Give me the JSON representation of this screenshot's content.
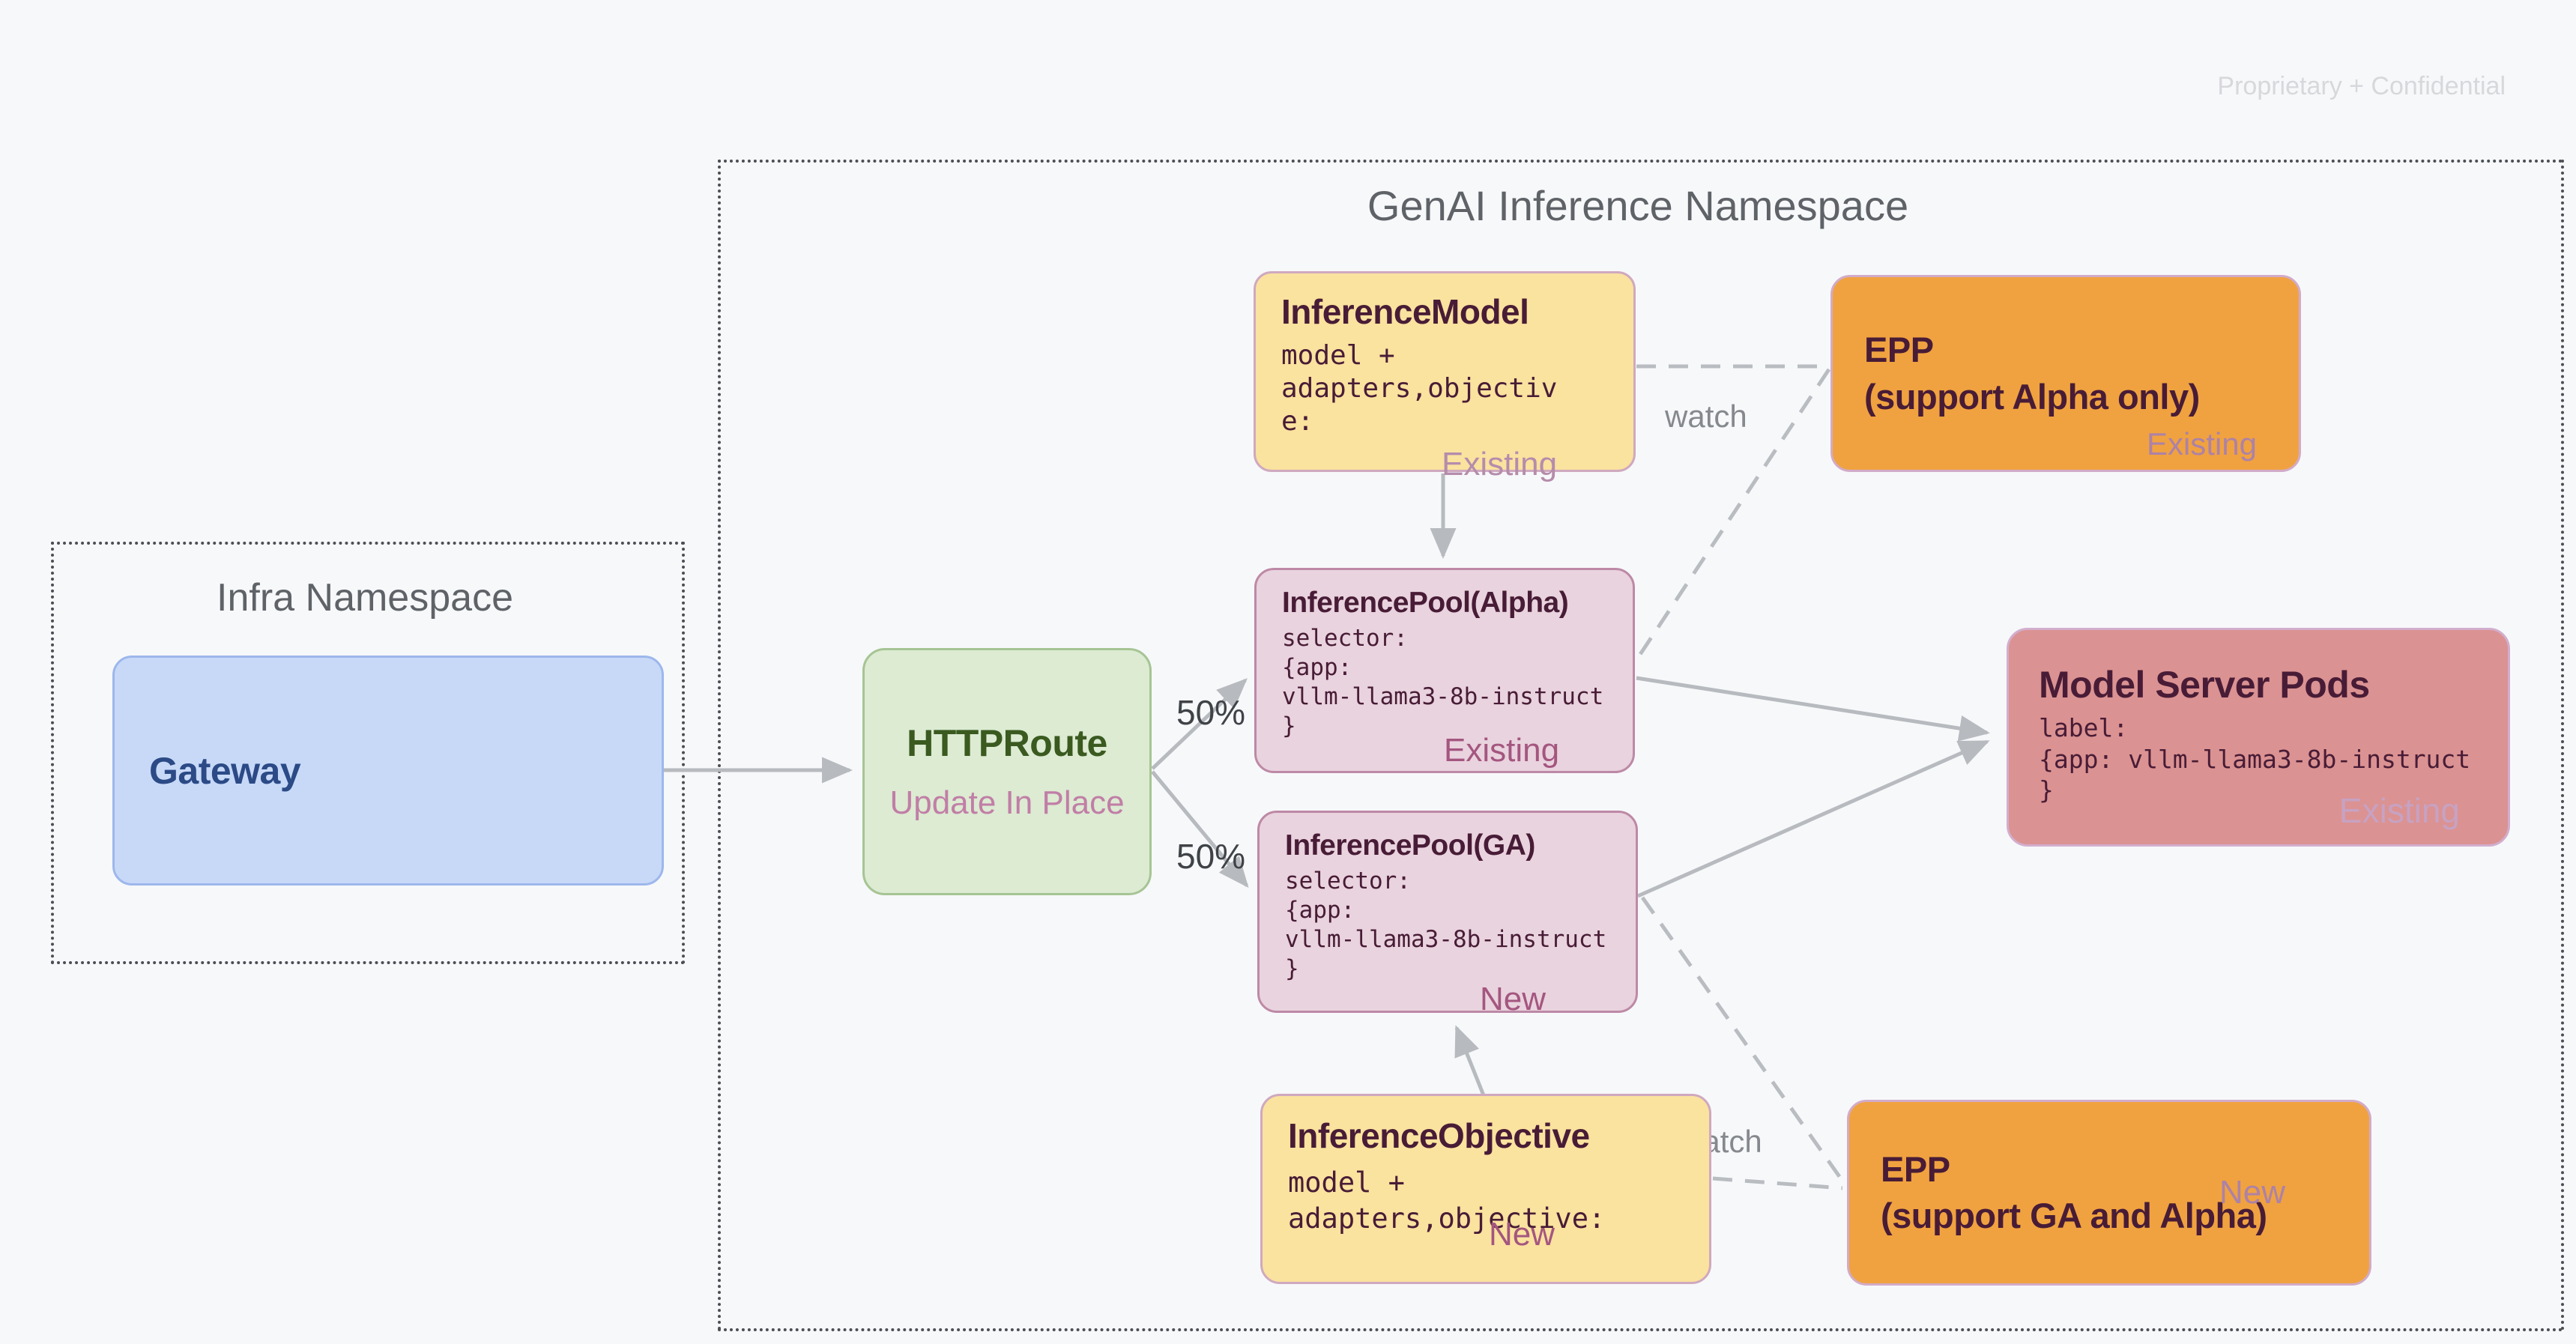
{
  "page": {
    "watermark": "Proprietary + Confidential",
    "background_color": "#f7f8fa"
  },
  "namespaces": {
    "infra": {
      "title": "Infra Namespace"
    },
    "genai": {
      "title": "GenAI Inference Namespace"
    }
  },
  "nodes": {
    "gateway": {
      "title": "Gateway",
      "fill": "#c8d9f8",
      "text_color": "#2b4a86"
    },
    "httproute": {
      "title": "HTTPRoute",
      "subtitle": "Update In Place",
      "fill": "#dcebd2",
      "text_color": "#3a5a20"
    },
    "inference_model": {
      "title": "InferenceModel",
      "code_lines": [
        "model +",
        "adapters,objectiv",
        "e:"
      ],
      "badge": "Existing",
      "fill": "#fae29f"
    },
    "epp_alpha": {
      "title_line1": "EPP",
      "title_line2": "(support Alpha only)",
      "badge": "Existing",
      "fill": "#f0a240"
    },
    "pool_alpha": {
      "title": "InferencePool(Alpha)",
      "code_lines": [
        "selector:",
        "{app:",
        "vllm-llama3-8b-instruct",
        "}"
      ],
      "badge": "Existing",
      "fill": "#e9d3de"
    },
    "pool_ga": {
      "title": "InferencePool(GA)",
      "code_lines": [
        "selector:",
        "{app:",
        "vllm-llama3-8b-instruct",
        "}"
      ],
      "badge": "New",
      "fill": "#e9d3de"
    },
    "model_server_pods": {
      "title": "Model Server Pods",
      "code_lines": [
        "label:",
        "{app: vllm-llama3-8b-instruct",
        "}"
      ],
      "badge": "Existing",
      "fill": "#db9292"
    },
    "inference_objective": {
      "title": "InferenceObjective",
      "code_lines": [
        "model +",
        "adapters,objective:"
      ],
      "badge": "New",
      "fill": "#fae29f"
    },
    "epp_ga": {
      "title_line1": "EPP",
      "title_line2": "(support GA and Alpha)",
      "badge": "New",
      "fill": "#f0a240"
    }
  },
  "edges": {
    "split_top_label": "50%",
    "split_bottom_label": "50%",
    "watch_top_label": "watch",
    "watch_bottom_label": "watch",
    "arrow_color": "#b7babe"
  },
  "colors": {
    "dark_text": "#481c36",
    "badge_strong": "#a4567f",
    "badge_soft": "#b58cac",
    "namespace_text": "#5f6368"
  }
}
